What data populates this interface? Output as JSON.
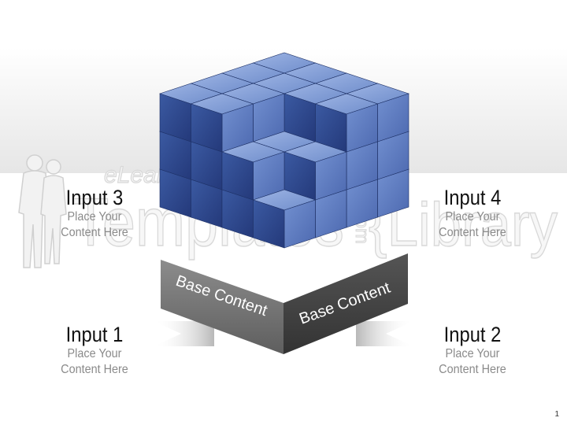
{
  "watermark": {
    "line1": "eLearning",
    "line2": "Templates",
    "dotcom": ".com",
    "library": "{Library"
  },
  "diagram": {
    "base_left_label": "Base Content",
    "base_right_label": "Base Content",
    "inputs": [
      {
        "title": "Input 1",
        "line1": "Place Your",
        "line2": "Content Here"
      },
      {
        "title": "Input 2",
        "line1": "Place Your",
        "line2": "Content Here"
      },
      {
        "title": "Input 3",
        "line1": "Place Your",
        "line2": "Content Here"
      },
      {
        "title": "Input 4",
        "line1": "Place Your",
        "line2": "Content Here"
      }
    ]
  },
  "page_number": "1",
  "colors": {
    "cube_top": "#7f9cd6",
    "cube_left": "#5a78c0",
    "cube_right": "#2e4a8e",
    "base_left": "#7a7a7a",
    "base_right": "#4a4a4a"
  }
}
